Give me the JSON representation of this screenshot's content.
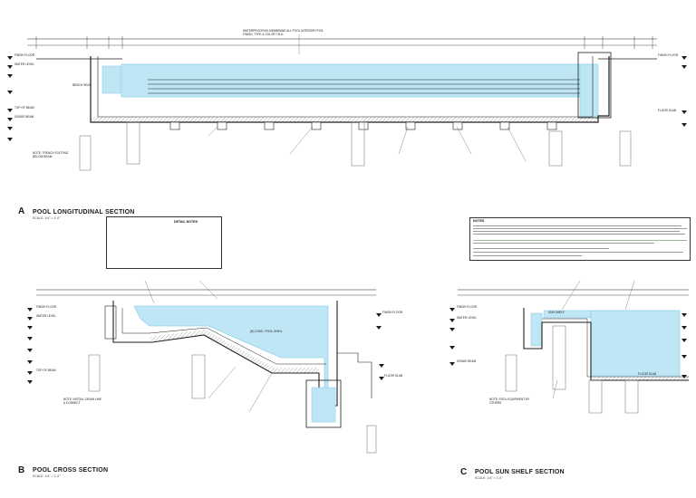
{
  "sections": {
    "a": {
      "letter": "A",
      "title": "POOL LONGITUDINAL SECTION",
      "scale": "SCALE: 1/4\" = 1'-0\""
    },
    "b": {
      "letter": "B",
      "title": "POOL CROSS SECTION",
      "scale": "SCALE: 1/4\" = 1'-0\""
    },
    "c": {
      "letter": "C",
      "title": "POOL SUN SHELF SECTION",
      "scale": "SCALE: 1/4\" = 1'-0\""
    }
  },
  "notes_box": {
    "title": "NOTES"
  },
  "detail_box": {
    "title": "DETAIL NOTES"
  },
  "labels": {
    "finish_floor": "FINISH FLOOR",
    "water_level": "WATER LEVEL",
    "top_of_beam": "TOP OF BEAM",
    "grade_beam": "GRADE BEAM",
    "floor_slab": "FLOOR SLAB",
    "bench_seat": "BENCH SEAT",
    "sun_shelf": "SUN SHELF",
    "waterproofing_note": "WATERPROOFING MEMBRANE ALL POOL INTERIOR POOL FINISH, TYPE & COLOR T.B.D.",
    "note_a": "NOTE: TRENCH FOOTING BELOW BEAM",
    "note_b": "NOTE: INSTALL DRAIN LINE & CONNECT",
    "note_c": "NOTE: POOL EQUIPMENT BY OTHERS",
    "hatch_label": "(N) CONC. POOL SHELL"
  },
  "colors": {
    "water": "#bfe6f5",
    "water_edge": "#7fc7e6",
    "line": "#1e1e1e",
    "grey": "#8a8a8a",
    "green_band": "#7fb97f"
  }
}
